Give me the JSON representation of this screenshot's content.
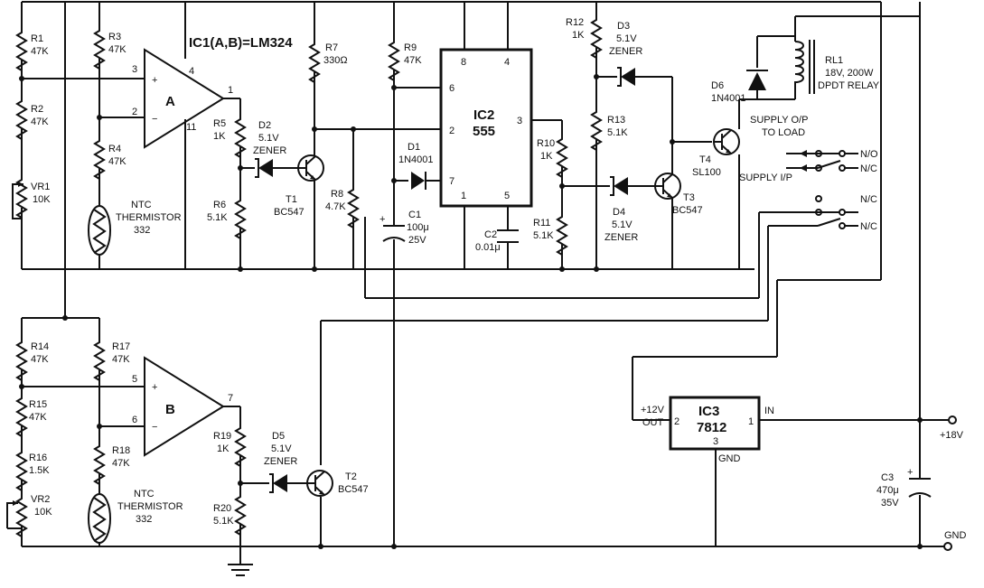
{
  "ic1_title": "IC1(A,B)=LM324",
  "ic2": {
    "name": "IC2",
    "part": "555"
  },
  "ic3": {
    "name": "IC3",
    "part": "7812",
    "out_label": "OUT",
    "in_label": "IN",
    "gnd_label": "GND",
    "out_voltage": "+12V"
  },
  "opamp_a": "A",
  "opamp_b": "B",
  "rails": {
    "supply": "+18V",
    "gnd": "GND"
  },
  "relay": {
    "name": "RL1",
    "rating": "18V, 200W",
    "type": "DPDT RELAY"
  },
  "relay_labels": {
    "supply_out": "SUPPLY O/P",
    "to_load": "TO LOAD",
    "supply_in": "SUPPLY I/P",
    "no": "N/O",
    "nc": "N/C"
  },
  "pins": {
    "a_plus": "3",
    "a_minus": "2",
    "a_vcc": "4",
    "a_out": "1",
    "a_gnd": "11",
    "b_plus": "5",
    "b_minus": "6",
    "b_out": "7",
    "ic2_p8": "8",
    "ic2_p4": "4",
    "ic2_p6": "6",
    "ic2_p2": "2",
    "ic2_p7": "7",
    "ic2_p3": "3",
    "ic2_p1": "1",
    "ic2_p5": "5",
    "ic3_p2": "2",
    "ic3_p1": "1",
    "ic3_p3": "3"
  },
  "components": {
    "r1": [
      "R1",
      "47K"
    ],
    "r2": [
      "R2",
      "47K"
    ],
    "vr1": [
      "VR1",
      "10K"
    ],
    "r3": [
      "R3",
      "47K"
    ],
    "r4": [
      "R4",
      "47K"
    ],
    "ntc1": [
      "NTC",
      "THERMISTOR",
      "332"
    ],
    "r5": [
      "R5",
      "1K"
    ],
    "d2": [
      "D2",
      "5.1V",
      "ZENER"
    ],
    "r6": [
      "R6",
      "5.1K"
    ],
    "t1": [
      "T1",
      "BC547"
    ],
    "r7": [
      "R7",
      "330Ω"
    ],
    "r8": [
      "R8",
      "4.7K"
    ],
    "r9": [
      "R9",
      "47K"
    ],
    "d1": [
      "D1",
      "1N4001"
    ],
    "c1": [
      "C1",
      "100μ",
      "25V"
    ],
    "c2": [
      "C2",
      "0.01μ"
    ],
    "r10": [
      "R10",
      "1K"
    ],
    "r11": [
      "R11",
      "5.1K"
    ],
    "r12": [
      "R12",
      "1K"
    ],
    "d3": [
      "D3",
      "5.1V",
      "ZENER"
    ],
    "r13": [
      "R13",
      "5.1K"
    ],
    "d4": [
      "D4",
      "5.1V",
      "ZENER"
    ],
    "t3": [
      "T3",
      "BC547"
    ],
    "d6": [
      "D6",
      "1N4001"
    ],
    "t4": [
      "T4",
      "SL100"
    ],
    "r14": [
      "R14",
      "47K"
    ],
    "r15": [
      "R15",
      "47K"
    ],
    "r16": [
      "R16",
      "1.5K"
    ],
    "vr2": [
      "VR2",
      "10K"
    ],
    "r17": [
      "R17",
      "47K"
    ],
    "r18": [
      "R18",
      "47K"
    ],
    "ntc2": [
      "NTC",
      "THERMISTOR",
      "332"
    ],
    "r19": [
      "R19",
      "1K"
    ],
    "d5": [
      "D5",
      "5.1V",
      "ZENER"
    ],
    "r20": [
      "R20",
      "5.1K"
    ],
    "t2": [
      "T2",
      "BC547"
    ],
    "c3": [
      "C3",
      "470μ",
      "35V"
    ]
  }
}
